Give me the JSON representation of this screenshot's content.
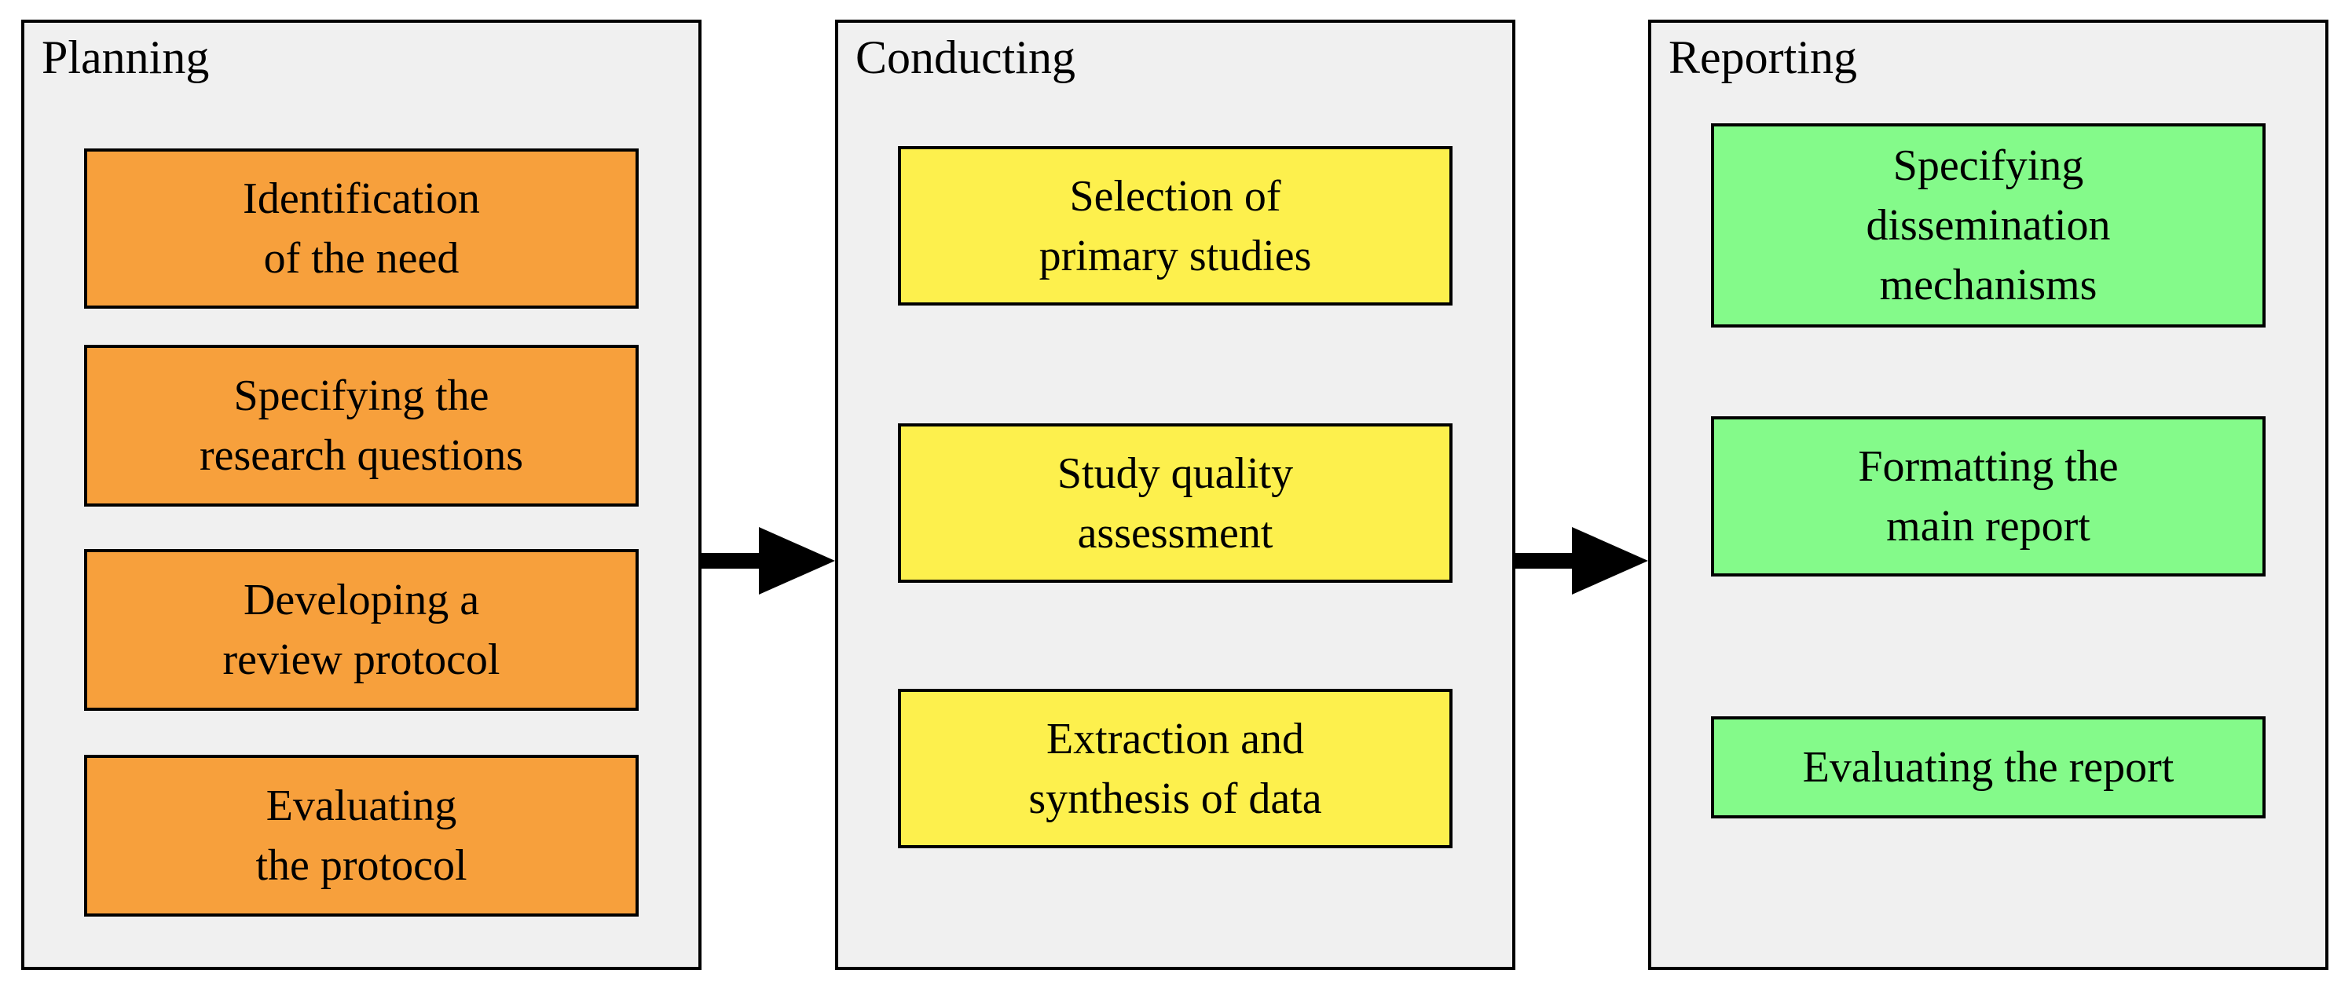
{
  "colors": {
    "background": "#ffffff",
    "panel_bg": "#f0f0f0",
    "border": "#000000",
    "arrow": "#000000",
    "planning_step": "#f7a03c",
    "conducting_step": "#fdf04d",
    "reporting_step": "#84fa8a"
  },
  "phases": [
    {
      "label": "Planning",
      "step_color": "#f7a03c",
      "steps": [
        {
          "lines": [
            "Identification",
            "of the need"
          ]
        },
        {
          "lines": [
            "Specifying the",
            "research questions"
          ]
        },
        {
          "lines": [
            "Developing a",
            "review protocol"
          ]
        },
        {
          "lines": [
            "Evaluating",
            "the protocol"
          ]
        }
      ]
    },
    {
      "label": "Conducting",
      "step_color": "#fdf04d",
      "steps": [
        {
          "lines": [
            "Selection of",
            "primary studies"
          ]
        },
        {
          "lines": [
            "Study quality",
            "assessment"
          ]
        },
        {
          "lines": [
            "Extraction and",
            "synthesis of data"
          ]
        }
      ]
    },
    {
      "label": "Reporting",
      "step_color": "#84fa8a",
      "steps": [
        {
          "lines": [
            "Specifying",
            "dissemination",
            "mechanisms"
          ]
        },
        {
          "lines": [
            "Formatting the",
            "main report"
          ]
        },
        {
          "lines": [
            "Evaluating the report"
          ]
        }
      ]
    }
  ],
  "arrows": [
    {
      "from": "Planning",
      "to": "Conducting"
    },
    {
      "from": "Conducting",
      "to": "Reporting"
    }
  ]
}
